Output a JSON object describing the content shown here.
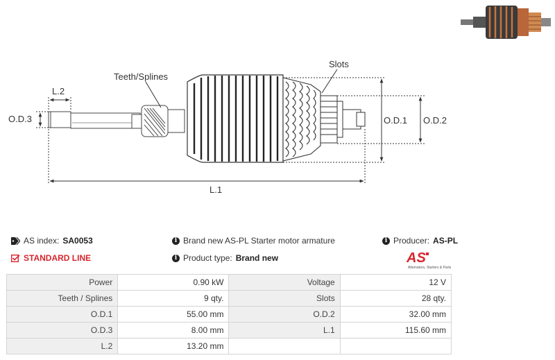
{
  "diagram": {
    "labels": {
      "teeth_splines": "Teeth/Splines",
      "slots": "Slots",
      "l2": "L.2",
      "od3": "O.D.3",
      "od1": "O.D.1",
      "od2": "O.D.2",
      "l1": "L.1"
    }
  },
  "product": {
    "as_index_label": "AS index:",
    "as_index_value": "SA0053",
    "line": "STANDARD LINE",
    "description": "Brand new AS-PL Starter motor armature",
    "product_type_label": "Product type:",
    "product_type_value": "Brand new",
    "producer_label": "Producer:",
    "producer_value": "AS-PL",
    "logo_text": "AS",
    "logo_tagline": "Alternators, Starters & Parts"
  },
  "specs": [
    [
      "Power",
      "0.90 kW",
      "Voltage",
      "12 V"
    ],
    [
      "Teeth / Splines",
      "9 qty.",
      "Slots",
      "28 qty."
    ],
    [
      "O.D.1",
      "55.00 mm",
      "O.D.2",
      "32.00 mm"
    ],
    [
      "O.D.3",
      "8.00 mm",
      "L.1",
      "115.60 mm"
    ],
    [
      "L.2",
      "13.20 mm",
      "",
      ""
    ]
  ],
  "colors": {
    "accent": "#d7262d",
    "copper": "#c4753f",
    "label_bg": "#efefef",
    "border": "#d4d4d4"
  }
}
